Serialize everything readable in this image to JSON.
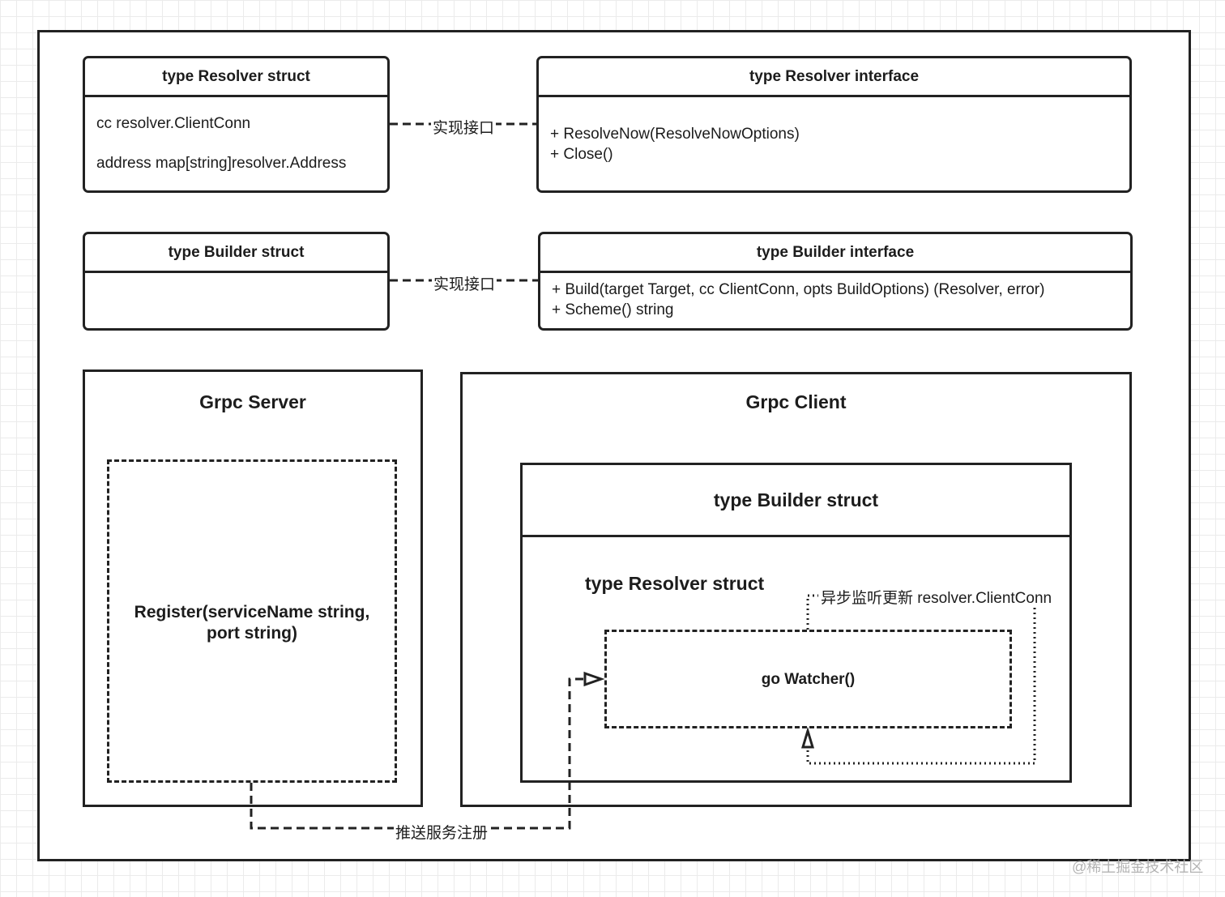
{
  "resolver_struct": {
    "title": "type Resolver struct",
    "fields": [
      "cc resolver.ClientConn",
      "address map[string]resolver.Address"
    ]
  },
  "resolver_interface": {
    "title": "type Resolver interface",
    "methods": [
      "+ ResolveNow(ResolveNowOptions)",
      "+ Close()"
    ]
  },
  "builder_struct": {
    "title": "type Builder struct"
  },
  "builder_interface": {
    "title": "type Builder interface",
    "methods": [
      "+ Build(target Target, cc ClientConn, opts BuildOptions) (Resolver, error)",
      "+ Scheme() string"
    ]
  },
  "edges": {
    "implements_1": "实现接口",
    "implements_2": "实现接口",
    "push_register": "推送服务注册",
    "async_watch": "异步监听更新 resolver.ClientConn"
  },
  "grpc_server": {
    "title": "Grpc Server",
    "register_line1": "Register(serviceName string,",
    "register_line2": "port string)"
  },
  "grpc_client": {
    "title": "Grpc Client",
    "builder_title": "type Builder struct",
    "resolver_title": "type Resolver struct",
    "watcher": "go Watcher()"
  },
  "watermark": "@稀土掘金技术社区"
}
